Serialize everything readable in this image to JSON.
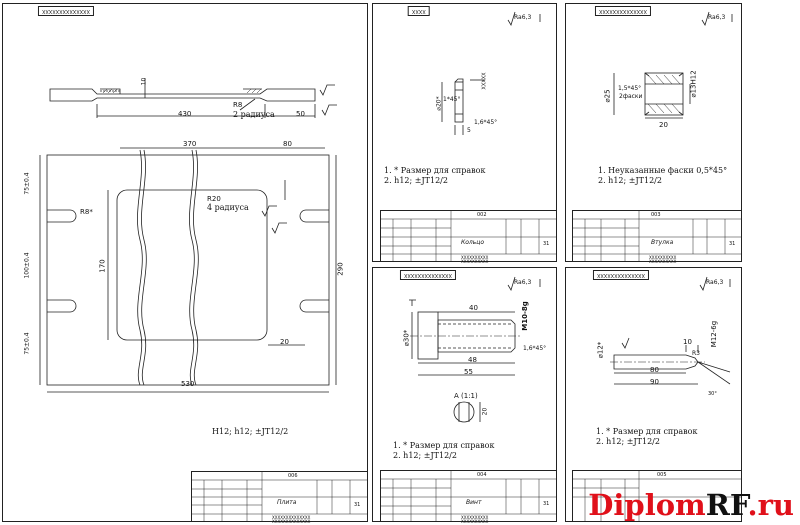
{
  "sheet1": {
    "stamp": "ХХХХХХХХХХХХХХ",
    "dims": {
      "d10": "10",
      "d430": "430",
      "r8": "R8",
      "two_radius": "2 радиуса",
      "d50": "50",
      "d370": "370",
      "d80": "80",
      "r8a": "R8*",
      "r20": "R20",
      "four_radius": "4 радиуса",
      "d170": "170",
      "d290": "290",
      "d75a": "75±0,4",
      "d100": "100±0,4",
      "d75b": "75±0,4",
      "d20": "20",
      "d530": "530"
    },
    "note": "H12; h12; ±JT12/2",
    "tb": {
      "code": "006",
      "title": "Плита",
      "sheet": "31",
      "org1": "ХХХХХХХХХХХХХХ",
      "org2": "ХХХХХХХХХХХХХХ"
    }
  },
  "sheet2": {
    "stamp": "ХХХХ",
    "rough": "Ra6,3",
    "dims": {
      "d20": "⌀20*",
      "chamfer": "1*45°",
      "chamfer2": "1,6*45°",
      "d5": "5",
      "tol": "ХХХХХ"
    },
    "notes": [
      "1. * Размер для справок",
      "2. h12; ±JT12/2"
    ],
    "tb": {
      "code": "002",
      "title": "Кольцо",
      "sheet": "31",
      "org1": "ХХХХХХХХХХ",
      "org2": "ХХХХХХХХХХ"
    }
  },
  "sheet3": {
    "stamp": "ХХХХХХХХХХХХХХ",
    "rough": "Ra6,3",
    "dims": {
      "d25": "⌀25",
      "chamfer": "1,5*45°",
      "two_chamfers": "2фаски",
      "d13": "⌀13Н12",
      "d20": "20"
    },
    "notes": [
      "1. Неуказанные фаски 0,5*45°",
      "2. h12; ±JT12/2"
    ],
    "tb": {
      "code": "003",
      "title": "Втулка",
      "sheet": "31",
      "org1": "ХХХХХХХХХХ",
      "org2": "ХХХХХХХХХХ"
    }
  },
  "sheet4": {
    "stamp": "ХХХХХХХХХХХХХХ",
    "rough": "Ra6,3",
    "dims": {
      "d30": "⌀30*",
      "d40": "40",
      "thread": "M10-8g",
      "chamfer": "1,6*45°",
      "d48": "48",
      "d55": "55",
      "view": "А (1:1)",
      "d20": "20"
    },
    "notes": [
      "1. * Размер для справок",
      "2. h12; ±JT12/2"
    ],
    "tb": {
      "code": "004",
      "title": "Винт",
      "sheet": "31",
      "org1": "ХХХХХХХХХХ",
      "org2": "ХХХХХХХХХХ"
    }
  },
  "sheet5": {
    "stamp": "ХХХХХХХХХХХХХХ",
    "rough": "Ra6,3",
    "dims": {
      "d12": "⌀12*",
      "d10": "10",
      "r3": "R3",
      "thread": "M12-6g",
      "d80": "80",
      "d90": "90",
      "angle": "30°"
    },
    "notes": [
      "1. * Размер для справок",
      "2. h12; ±JT12/2"
    ],
    "tb": {
      "code": "005"
    }
  },
  "watermark": {
    "red": "Diplom",
    "black": "RF",
    "red2": ".ru"
  }
}
